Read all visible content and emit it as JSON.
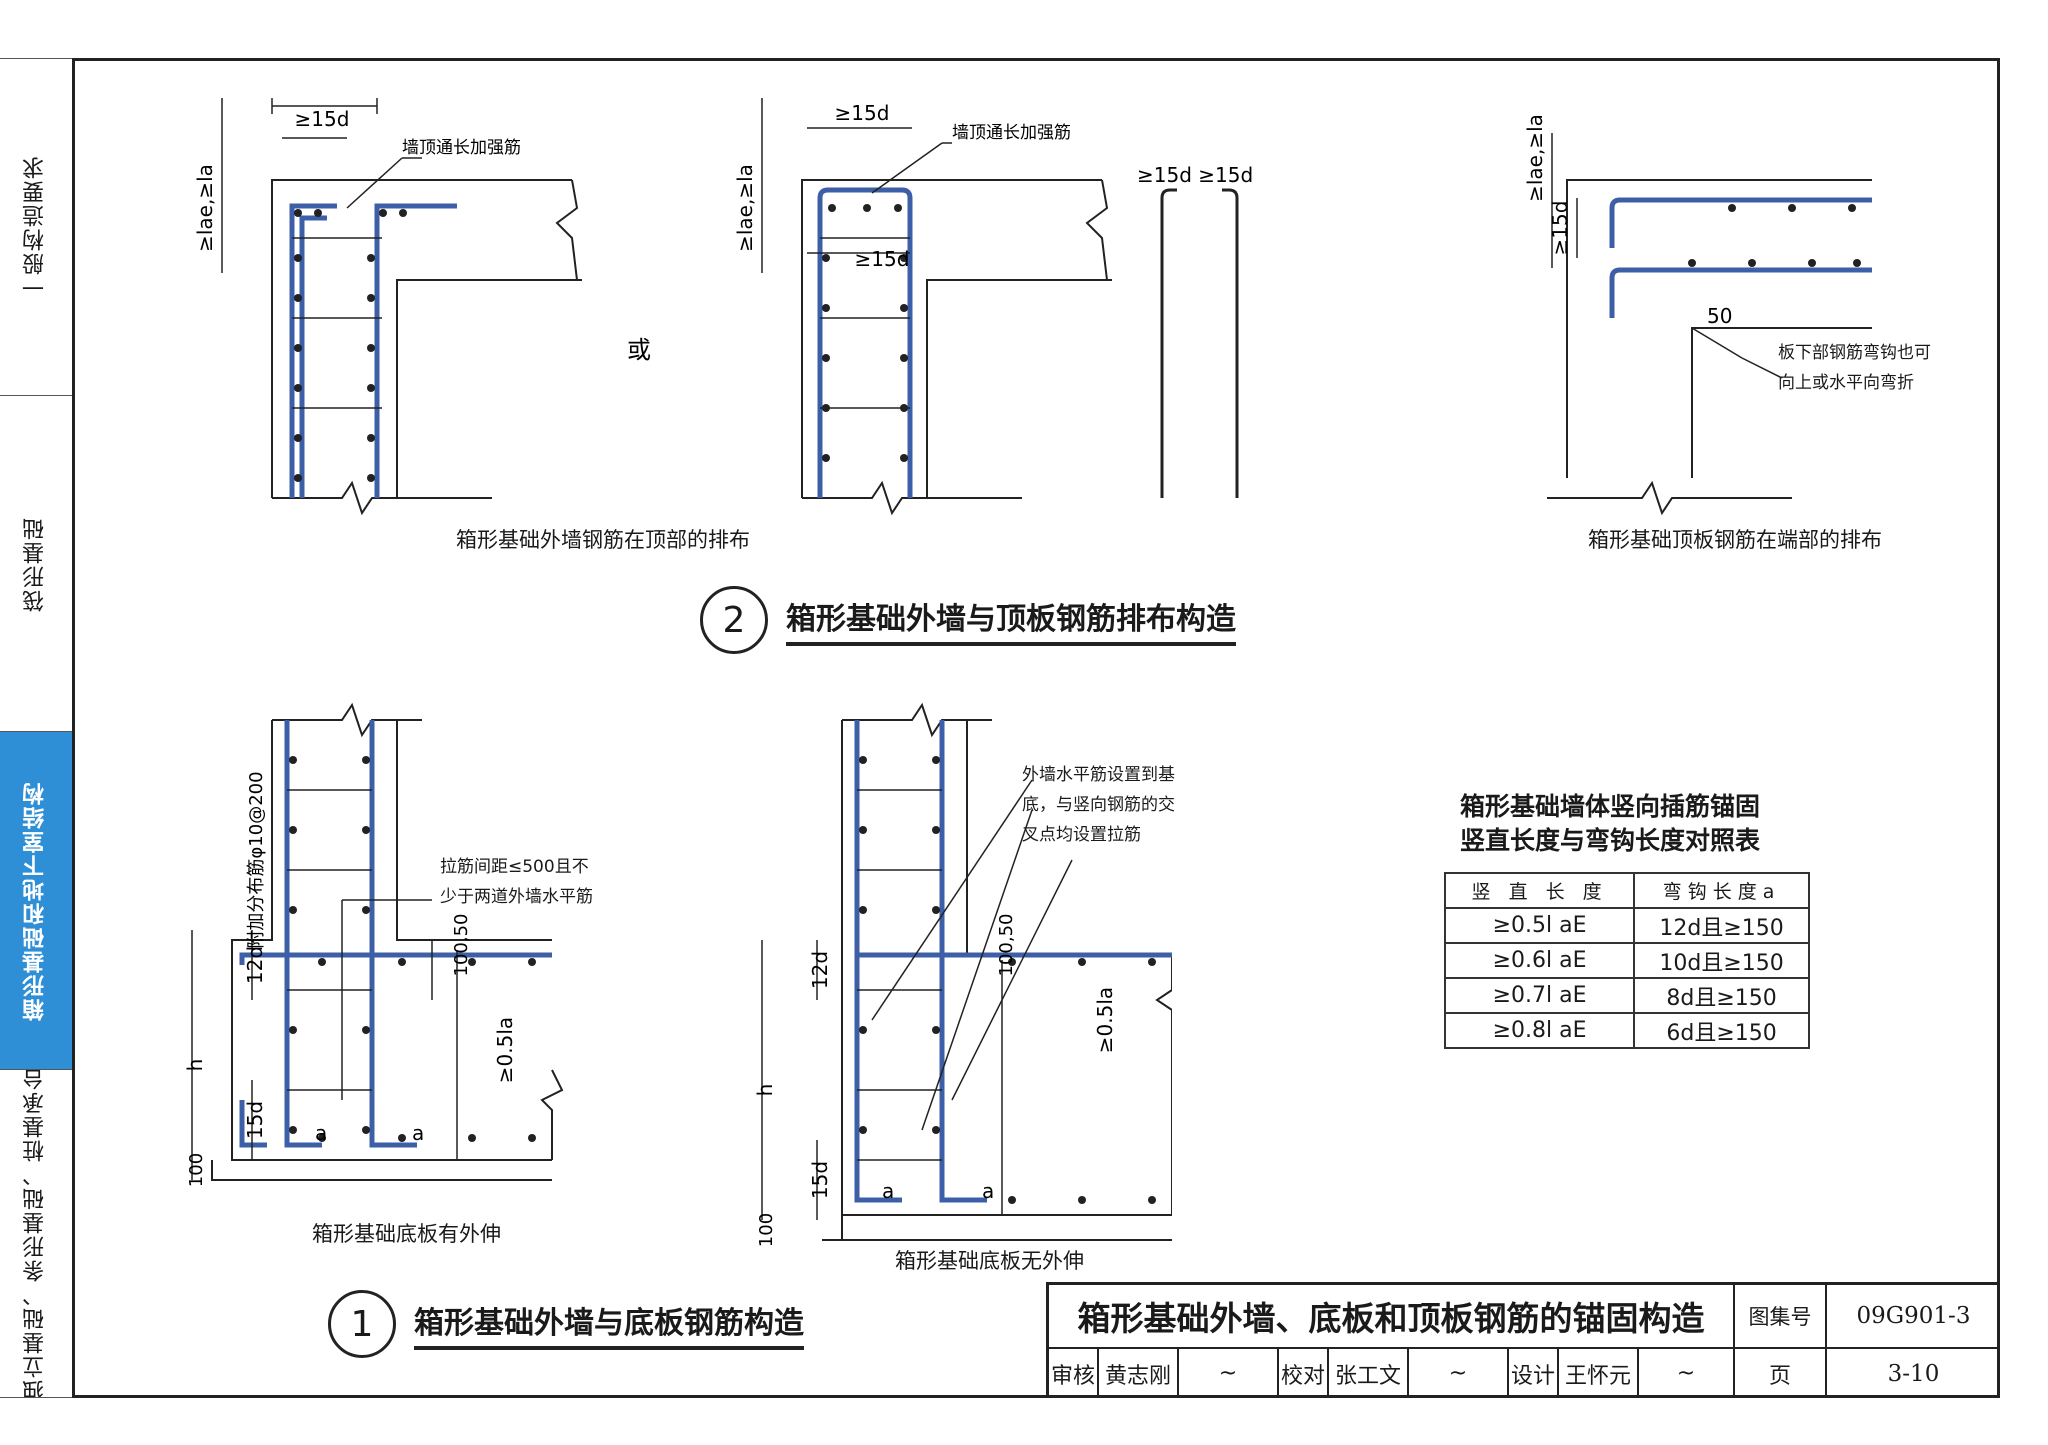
{
  "sidebar": {
    "tabs": [
      {
        "label": "一般构造要求",
        "active": false
      },
      {
        "label": "筏形基础",
        "active": false
      },
      {
        "label": "箱形基础和地下室结构",
        "active": true
      },
      {
        "label": "独立基础、条形基础、桩基承台",
        "active": false
      }
    ]
  },
  "section2": {
    "number": "2",
    "title": "箱形基础外墙与顶板钢筋排布构造",
    "caption_left": "箱形基础外墙钢筋在顶部的排布",
    "caption_right": "箱形基础顶板钢筋在端部的排布",
    "or_label": "或",
    "note_top_left": "墙顶通长加强筋",
    "note_top_mid": "墙顶通长加强筋",
    "note_right": [
      "板下部钢筋弯钩也可",
      "向上或水平向弯折"
    ],
    "dim_15d": "≥15d",
    "dim_15d_pair": "≥15d ≥15d",
    "dim_50": "50",
    "dim_lae_la": "≥lae,≥la"
  },
  "section1": {
    "number": "1",
    "title": "箱形基础外墙与底板钢筋构造",
    "caption_left": "箱形基础底板有外伸",
    "caption_right": "箱形基础底板无外伸",
    "note_left": [
      "拉筋间距≤500且不",
      "少于两道外墙水平筋"
    ],
    "note_right": [
      "外墙水平筋设置到基",
      "底，与竖向钢筋的交",
      "叉点均设置拉筋"
    ],
    "note_dist": "附加分布筋φ10@200",
    "dim_12d": "12d",
    "dim_15d": "15d",
    "dim_h": "h",
    "dim_100": "100",
    "dim_100_50": "100,50",
    "dim_05la": "≥0.5la",
    "label_a": "a"
  },
  "anchor_table": {
    "caption": [
      "箱形基础墙体竖向插筋锚固",
      "竖直长度与弯钩长度对照表"
    ],
    "headers": [
      "竖 直 长 度",
      "弯钩长度a"
    ],
    "rows": [
      [
        "≥0.5l aE",
        "12d且≥150"
      ],
      [
        "≥0.6l aE",
        "10d且≥150"
      ],
      [
        "≥0.7l aE",
        "8d且≥150"
      ],
      [
        "≥0.8l aE",
        "6d且≥150"
      ]
    ]
  },
  "title_block": {
    "title": "箱形基础外墙、底板和顶板钢筋的锚固构造",
    "atlas_label": "图集号",
    "atlas_no": "09G901-3",
    "review_label": "审核",
    "reviewer": "黄志刚",
    "check_label": "校对",
    "checker": "张工文",
    "design_label": "设计",
    "designer": "王怀元",
    "page_label": "页",
    "page_no": "3-10"
  },
  "colors": {
    "rebar": "#3d5fa8",
    "line": "#222222",
    "active_tab": "#2f8fd6"
  }
}
